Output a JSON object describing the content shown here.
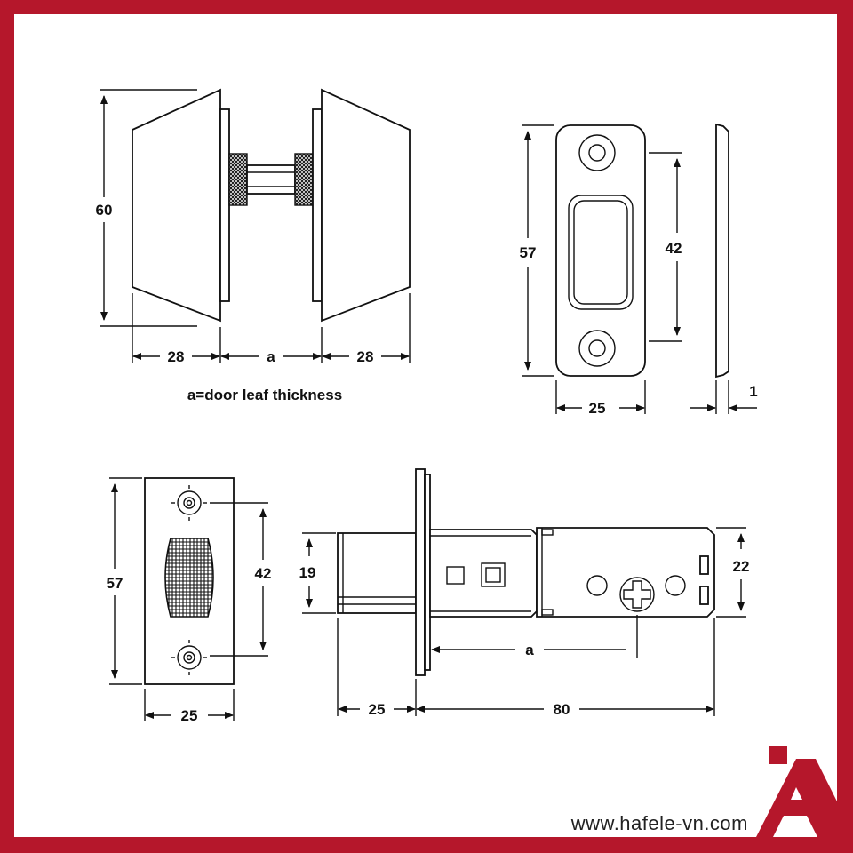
{
  "diagram": {
    "knob": {
      "height": "60",
      "width_left": "28",
      "thickness": "a",
      "width_right": "28",
      "caption": "a=door leaf thickness"
    },
    "strike_plate": {
      "height": "57",
      "hole_spacing": "42",
      "width": "25",
      "thickness": "1"
    },
    "face_plate": {
      "height": "57",
      "hole_spacing": "42",
      "width": "25"
    },
    "latch": {
      "bolt_height": "19",
      "case_height": "22",
      "backset": "a",
      "bolt_length": "25",
      "body_length": "80"
    }
  },
  "brand": {
    "url": "www.hafele-vn.com",
    "color": "#b5172b"
  }
}
